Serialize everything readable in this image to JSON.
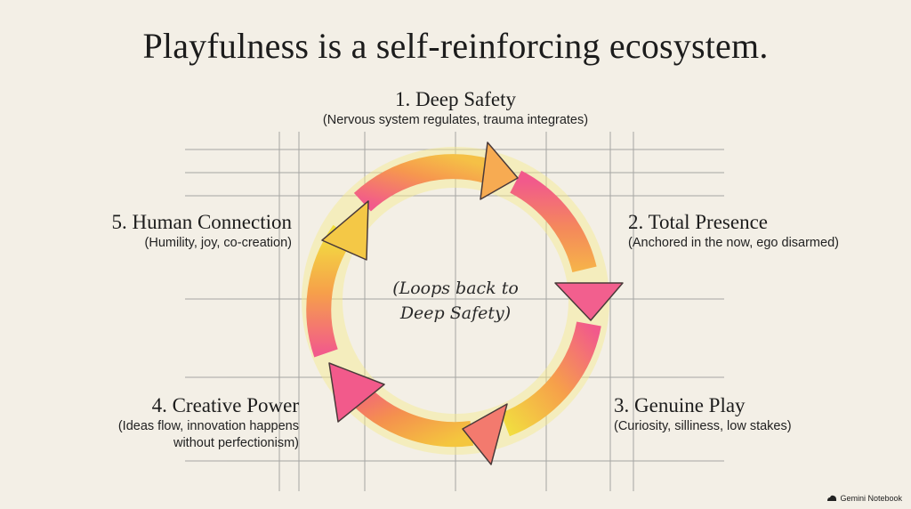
{
  "title": "Playfulness is a self-reinforcing ecosystem.",
  "stages": [
    {
      "name": "1. Deep Safety",
      "desc": "(Nervous system regulates, trauma integrates)"
    },
    {
      "name": "2. Total Presence",
      "desc": "(Anchored in the now, ego disarmed)"
    },
    {
      "name": "3. Genuine Play",
      "desc": "(Curiosity, silliness, low stakes)"
    },
    {
      "name": "4. Creative Power",
      "desc_line1": "(Ideas flow, innovation happens",
      "desc_line2": "without perfectionism)"
    },
    {
      "name": "5. Human Connection",
      "desc": "(Humility, joy, co-creation)"
    }
  ],
  "center_note": "(Loops back to\nDeep Safety)",
  "brand": "Gemini Notebook",
  "colors": {
    "background": "#f3efe6",
    "arrow_pink": "#f0578a",
    "arrow_orange": "#f6a04a",
    "arrow_yellow": "#f2e240",
    "grid": "#8d8d8d"
  }
}
